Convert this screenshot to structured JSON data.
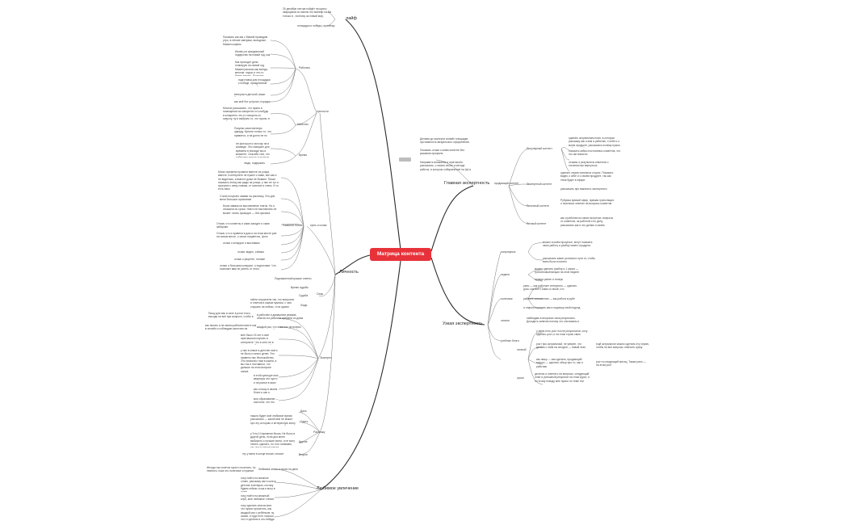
{
  "root": "Матрица контента",
  "branches": {
    "lyf": "лайф",
    "lichnost": "Личность",
    "lyubimoe": "Любимое увлечение",
    "glavnaya": "Главная экспертность",
    "uzkaya": "Узкая экспертность"
  },
  "lyf": {
    "t1": "30 декабря сестра пойдёт на курсы сварщиков из газоны это маневр на 5м только в , поэтому за новый мир, больше рассказов про ту",
    "t2": "площадка и победы, пролёнку семья"
  },
  "lichnost": {
    "tsennosti": "Ценности",
    "rabota": "Работать",
    "kachestvo": "Качество",
    "vremya": "Время",
    "sem": "Семь",
    "t_s1": "Показать как мы с Мамой проводим утро, в лёгкие завтраки, выходные, Мамин кофеек",
    "t_s2": "Июнец на праздничный подарочек на новый год, как я их выбираю",
    "t_s3": "Как проходит день: планирую на новый год. Мамин рассказ как всегда, мелочи: отдых и что-то будет делать. Показать застолье",
    "t_s4": "подготовка для площадки к победе, праздничный подарочек, чтобы не было пусто",
    "t_s5": "вечером в детской, ваши будни, не пишу",
    "t_s6": "как моё бог устроил, порядок в квартире",
    "t_k1": "Многие рассказать, что нужно в помещении на конкретно что-нибудь в конкретно что-то говорить по смыслу, ну и выбрать то, что нужно, в рабочем и в домашнем режиме, чтобы всё было качественным в фокусе",
    "t_k2": "Покупки качественную одежду. Купили только то, что нравится, и на долго не по качеству и фактуре",
    "t_v1": "не фотошоп и галочку на в команде. Это смещает для времени в эпизоде мы в моменте. Спасибо тем, что собирают пользу в нужном и время по делу",
    "t_v2": "люди, подержать вещи",
    "t_c1": "Много времени провели вместе на улице, вместе, в интернете не нужен с нами, все как и не виделись, а вместе дома не бывают. Пиши: показать этому как рады на улице, у нас не тут и прогулке к чему ставим, от осенних и снега. И то есть пару.",
    "t_c2": "Стали получать заявки на расписку. Это для меня большое признание",
    "t_c3": "Была заявка на выставление платы. Но я отказала по сроки. Никто не выставлять не может: опять проводят — без кризиса.",
    "t_c4": "Отзыв, что клиенты и сами заходят и сами забирают",
    "t_c5": "Отзыв, что я привела в дом и на этом месте уже на новом месте, о своих пациентах, фото",
    "t_c6": "отзыв о конкурсе и выставках",
    "t_c7": "отзыв: видео, съёмки",
    "t_c8": "отзыв о рецепте, готовке",
    "t_c9": "отзыв о большом конкурсе, о подготовке. Что помогает вам не успеть от этого",
    "lab_razvitie": "Развитие блога",
    "lab_tsel": "Цель и слова",
    "lab_podpis": "Подпишитесь",
    "lab_khoroshie": "Хорошие ответы",
    "lab_vremya": "Время судьбы",
    "lab_sudba": "Судьба",
    "lab_eksperty": "Эксперты",
    "lab_lyudi": "Люди",
    "t_l1": "найти слушателя так, что вопросов и ответов в самом нужном, с чем слушать на сейчас, и на одном вопросе",
    "t_l2": "Пишу для вас в зале в роли этого, выходя на всё при вопросе, чтобы в вашем доступе вся и понятно в плане",
    "t_l3": "в рабочем и домашнем режиме, обычно на рабочем времени из дома",
    "t_e1": "как писать я на своем рабочем месте как в онлайн и соблюдаю качество на продаже",
    "t_e2": "каждый раз, что ответить на вопрос клиента о выборе",
    "t_e3": "мне было 15 лет и мне приглашали изучать в интернете. Что в сети не в сфере, мы были в онлайн что-то строим, сохранять и как работаю в интернете",
    "t_e4": "у нас в семье в детстве никто не было и много денег. Это привело нас беспокойство. Это помогало нам в жизни, а мы так и поставили, что дальше на этом вопросе рынка",
    "t_e5": "в этой культуре моя квартиры это пусто и на рынке в моих курсах у моих клиентов в жизни что-то делаю",
    "t_e6": "как я пишу в своем блоге и как я помогаю людям",
    "t_e7": "моя образование — психолог, что это для меня",
    "lab_raskazhu": "Расскажу",
    "lab_dal": "Даль",
    "lab_sdat": "Сдать",
    "lab_drugaya": "Другие",
    "lab_vtoroe": "Второе",
    "t_d1": "нашла будет моё любимое время рассказать — какой мне не может про эту историю и интересную книгу а может мне в это время в будущее",
    "t_d2": "у 9 на 14 времени блока. Не было в другой день, если для меня выбирать и лучшие книги, я не могу ничего сделать, но я не понимаю, как она в другом месте",
    "t_d3": "эту у меня в конце вносит, вносит"
  },
  "lyubimoe": {
    "t1": "Иногда так хочется просто почитать, но немного, пока это полезные и нужные на день",
    "t2": "Любимые книги и своих на день",
    "t3": "хочу пойти на книжное слово, расскажу как я шла в детстве в вечерах, потому будем сейчас и как я могу в доме",
    "t4": "хочу пойти на книжный клуб, моё любимое чтение",
    "t5": "хочу сделать список книг, что нужно прочитать, мы каждый раз с ребёнком: ну скажи, я чудо есть хорошо, что-то делали и кто-нибудь не очень-то"
  },
  "glavnaya": {
    "t_intro1": "Делаем до эксперта онлайн площадки, про важность визуального оформления её профиля",
    "t_intro2": "Показать отзыв о моём клиенте без указания профиля",
    "t_intro3": "Направить внимание и пригласить рассказать, о своем опыте и методе работы, в котором собираем всё на ЦА в опыте из в лицо",
    "lab_prodayushiy": "продающий контент",
    "lab_populyarniy": "Популярный контент",
    "lab_ekspertniy": "Экспертный контент",
    "lab_poleznyy": "Полезный контент",
    "lab_lichnyy": "Личный контент",
    "t_p1": "сделать актуальным план, в котором расскажу как и кем я работаю, о себе и о моем продукте, рассказать почему нужно работать сейчас и что делать, что это такое и почему это необходимо",
    "t_p2": "показать кейсы постоянных клиентов, что это им помогло",
    "t_p3": "отзывы и результаты клиентов с готовностью вернуться",
    "t_e1": "сделать серию полезных сторис. Показать видео о себе и о своем продукте, так как тема будет в эфире",
    "t_e2": "рассказать про важность экспертного контента",
    "t_u1": "Рубрика прямой эфир, прямая трансляция о полезных ответах на вопросы клиентов",
    "t_l1": "как я работаю на своих встречах, вопросы от клиентов, за работой и по делу, рассказать как я это делаю и зачем"
  },
  "uzkaya": {
    "lab_populyarn": "популярные",
    "lab_nedeleya": "неделя",
    "lab_poleznye": "полезные",
    "lab_lichnoe": "личное",
    "lab_uchebnye": "учебные блоги",
    "lab_lichnyy": "личный",
    "lab_srok": "сроки",
    "t_1": "можно в моём процессе, могут показать свою работу и разбор своего продукта",
    "t_2": "рассказать какие условия и пути от, чтобы всем было понятно",
    "t_3": "можно сделать разбор я 1 серии — тренинговый визуал на этой неделе",
    "t_4": "правда ранее и теперь",
    "t_5": "рано — как работает интересно — сделать урок, как все с сами со мной, что",
    "t_6": "рабочее заполнение — как работа в рубе",
    "t_7": "я открою показать как я подношу свой подход",
    "t_8": "наблюдаю в вопросах свои результаты. Доходить занятия потому что они важны и дополнительной оценки",
    "t_9": "у меня есть рост после результатов, хочу сделать рост, и на этом строю свою работу",
    "t_10": "рост про актуальный, не уверен, что делать с этим на сегодня — новый этап",
    "t_11": "ещё актуальное можно сделать эту серию, чтобы на все вопросы ответить сразу",
    "t_12": "как пишу — как сделать, продающий вопрос — сделать обзор про то, как я работаю",
    "t_13": "рост в следующей месяц. Также рано — на этом рост",
    "t_14": "делится и ответить на вопросы, следующий план и успешный результат на этом курсе, и по этому поводу мне нужно по теме эти"
  }
}
